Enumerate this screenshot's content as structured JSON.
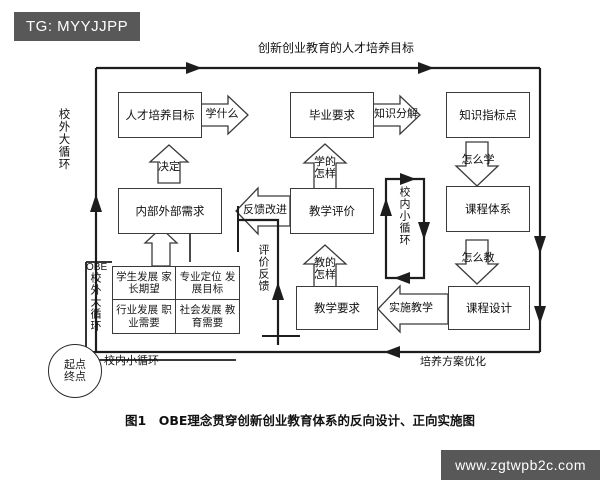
{
  "watermarks": {
    "top_tag": "TG: MYYJJPP",
    "bottom_tag": "www.zgtwpb2c.com"
  },
  "figure": {
    "top_title": "创新创业教育的人才培养目标",
    "caption": "图1　OBE理念贯穿创新创业教育体系的反向设计、正向实施图",
    "bottom_right_label": "培养方案优化"
  },
  "loops": {
    "outer_left": "校外大循环",
    "outer_left_lower": "校外大循环",
    "inner_small": "校内小循环",
    "inner_small_bottom": "校内小循环",
    "feedback_vertical": "评价反馈",
    "obe_label": "OBE",
    "start_end": "起点\n终点"
  },
  "boxes": {
    "talent_goal": "人才培养目标",
    "graduation_req": "毕业要求",
    "knowledge_points": "知识指标点",
    "internal_external": "内部外部需求",
    "teaching_eval": "教学评价",
    "course_system": "课程体系",
    "teaching_req": "教学要求",
    "course_design": "课程设计"
  },
  "arrow_labels": {
    "learn_what": "学什么",
    "knowledge_decompose": "知识分解",
    "decide": "决定",
    "learn_how_well": "学的\n怎样",
    "feedback_improve": "反馈改进",
    "how_to_learn": "怎么学",
    "teach_how_well": "教的\n怎样",
    "implement_teaching": "实施教学",
    "how_to_teach": "怎么教"
  },
  "obe_grid": {
    "cells": [
      "学生发展\n家长期望",
      "专业定位\n发展目标",
      "行业发展\n职业需要",
      "社会发展\n教育需要"
    ]
  },
  "colors": {
    "stroke": "#1d1d1d",
    "box_border": "#3a3a3a",
    "background": "#ffffff",
    "tag_background": "#585858",
    "tag_text": "#ffffff"
  }
}
